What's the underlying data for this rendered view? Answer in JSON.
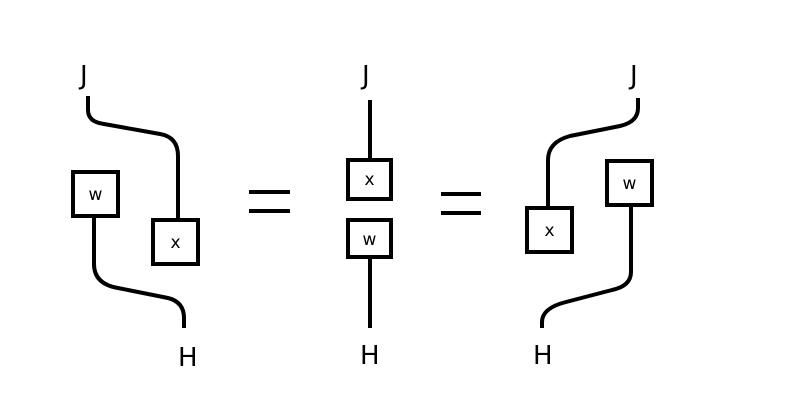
{
  "left_diagram": {
    "top_label": "J",
    "bottom_label": "H",
    "box_w_label": "w",
    "box_x_label": "x"
  },
  "first_equals": "=",
  "middle_diagram": {
    "top_label": "J",
    "bottom_label": "H",
    "box_x_label": "x",
    "box_w_label": "w"
  },
  "second_equals": "=",
  "right_diagram": {
    "top_label": "J",
    "bottom_label": "H",
    "box_x_label": "x",
    "box_w_label": "w"
  }
}
